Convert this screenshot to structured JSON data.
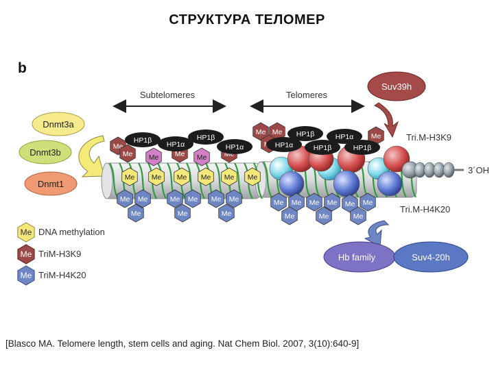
{
  "title": "СТРУКТУРА ТЕЛОМЕР",
  "panel_letter": "b",
  "citation": "[Blasco MA. Telomere length, stem cells and aging. Nat Chem Biol. 2007, 3(10):640-9]",
  "regions": {
    "subtelomeres": "Subtelomeres",
    "telomeres": "Telomeres"
  },
  "enzymes": {
    "dnmt3a": "Dnmt3a",
    "dnmt3b": "Dnmt3b",
    "dnmt1": "Dnmt1",
    "suv39h": "Suv39h",
    "hb_family": "Hb family",
    "suv4_20h": "Suv4-20h"
  },
  "marks": {
    "me": "Me",
    "trim_h3k9": "Tri.M-H3K9",
    "trim_h4k20": "Tri.M-H4K20",
    "oh_end": "3´OH"
  },
  "hp1": {
    "beta": "HP1β",
    "alpha": "HP1α"
  },
  "legend": {
    "dna_methylation": "DNA methylation",
    "trim_h3k9": "TriM-H3K9",
    "trim_h4k20": "TriM-H4K20"
  },
  "colors": {
    "me_yellow": "#f4e87a",
    "me_red": "#9c4846",
    "me_blue": "#6f86c4",
    "hp1_black": "#1c1c1c",
    "dnmt3a": "#f6ec8e",
    "dnmt3b": "#cfe07a",
    "dnmt1": "#ef9a72",
    "suv39h": "#a44a48",
    "suv4_20h": "#5b78c4",
    "hb_family": "#7d73c4",
    "dna_green": "#2f9a3f",
    "pink_me": "#d27fc6"
  }
}
